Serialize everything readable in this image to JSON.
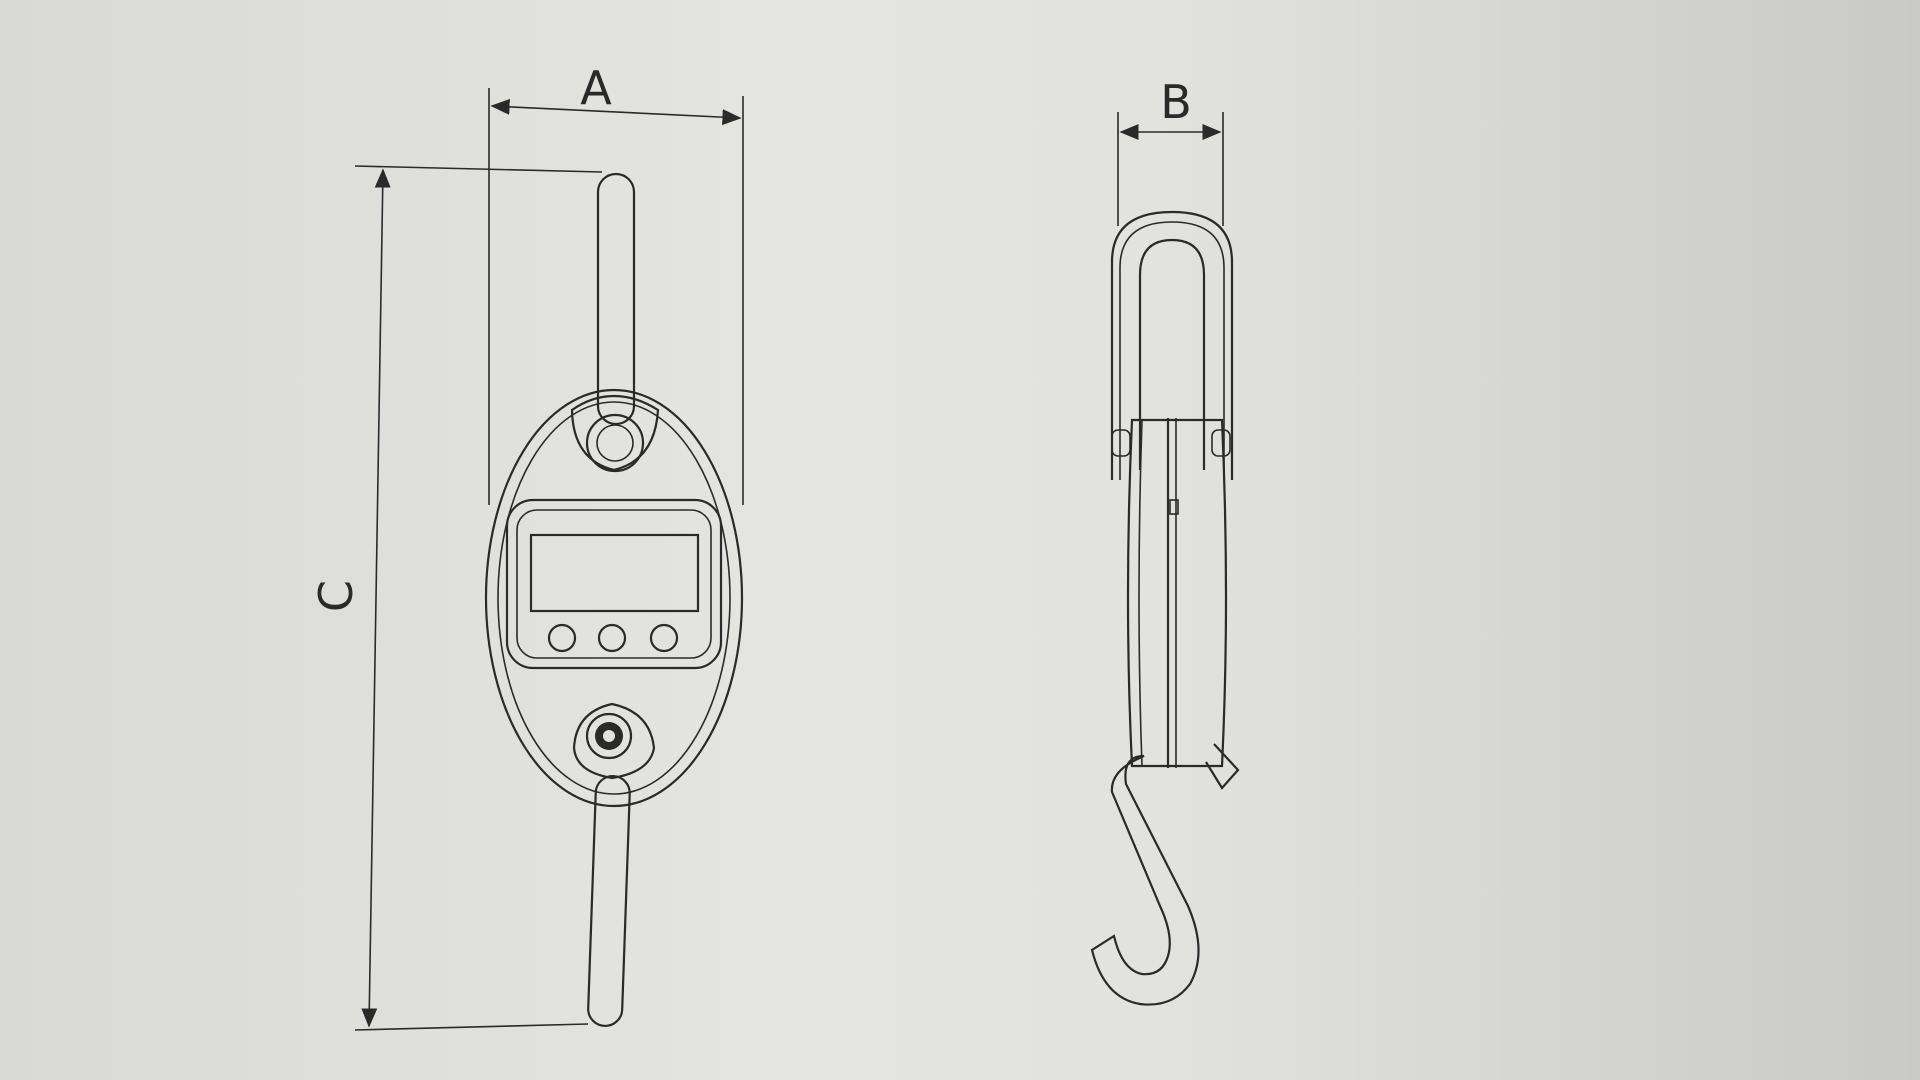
{
  "diagram": {
    "labels": {
      "width": "A",
      "depth": "B",
      "height": "C"
    },
    "colors": {
      "line": "#2a2a2a",
      "paper": "#e2e2df"
    }
  }
}
